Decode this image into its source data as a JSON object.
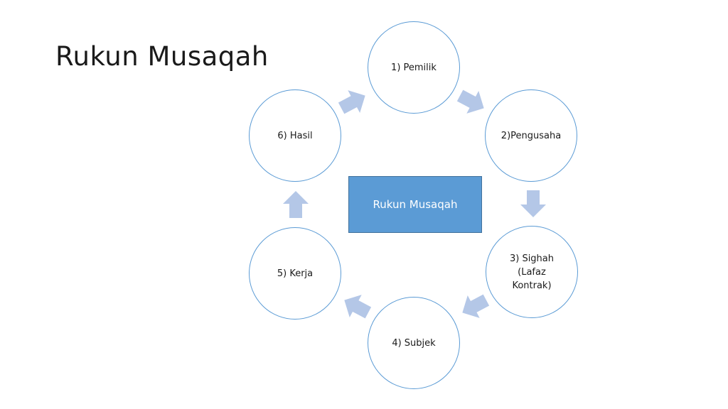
{
  "slide": {
    "title": "Rukun Musaqah",
    "center_label": "Rukun Musaqah",
    "nodes": [
      {
        "label": "1) Pemilik"
      },
      {
        "label": "2)Pengusaha"
      },
      {
        "label": "3) Sighah\n(Lafaz\nKontrak)"
      },
      {
        "label": "4) Subjek"
      },
      {
        "label": "5) Kerja"
      },
      {
        "label": "6) Hasil"
      }
    ]
  },
  "colors": {
    "accent": "#5b9bd5",
    "arrow": "#b4c7e7"
  }
}
